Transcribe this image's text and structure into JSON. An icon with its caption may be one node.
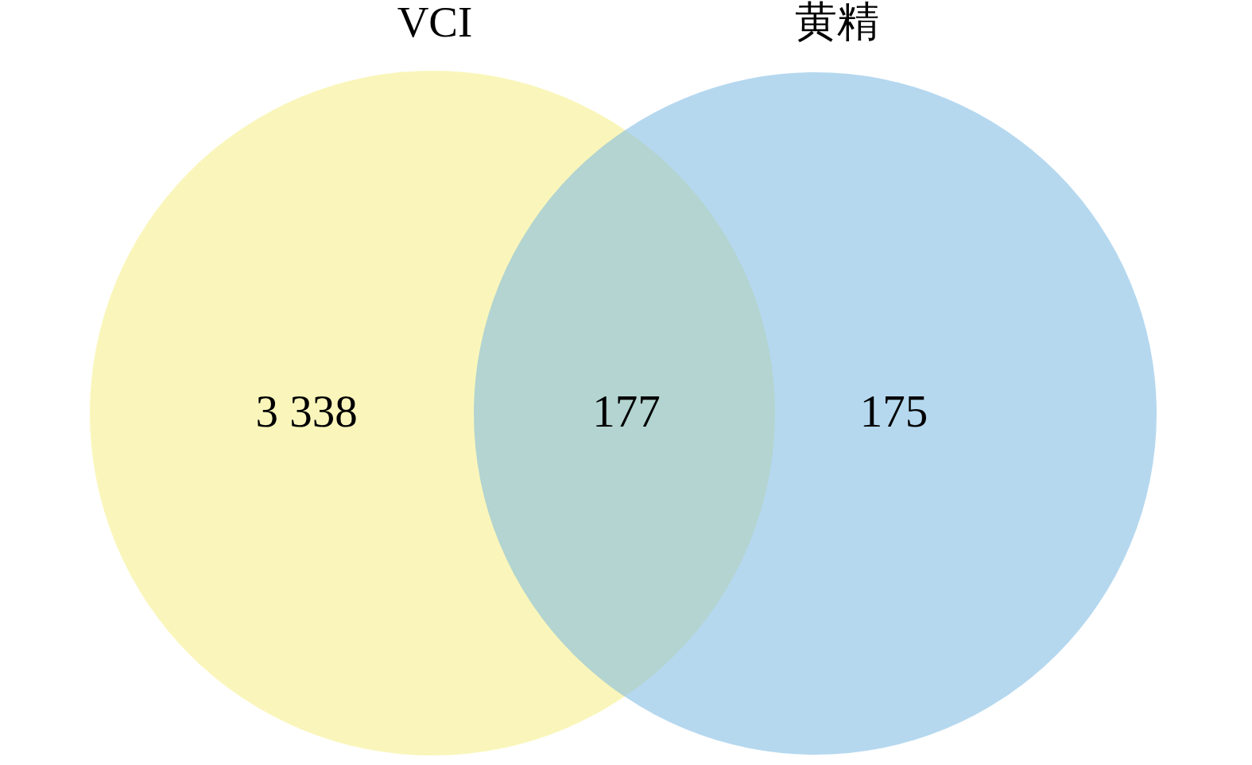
{
  "diagram": {
    "nodes": [
      {
        "text": [
          "VCI",
          "3 338"
        ]
      },
      {
        "text": [
          "黄精",
          "175"
        ]
      }
    ],
    "labels": [
      "177"
    ]
  }
}
